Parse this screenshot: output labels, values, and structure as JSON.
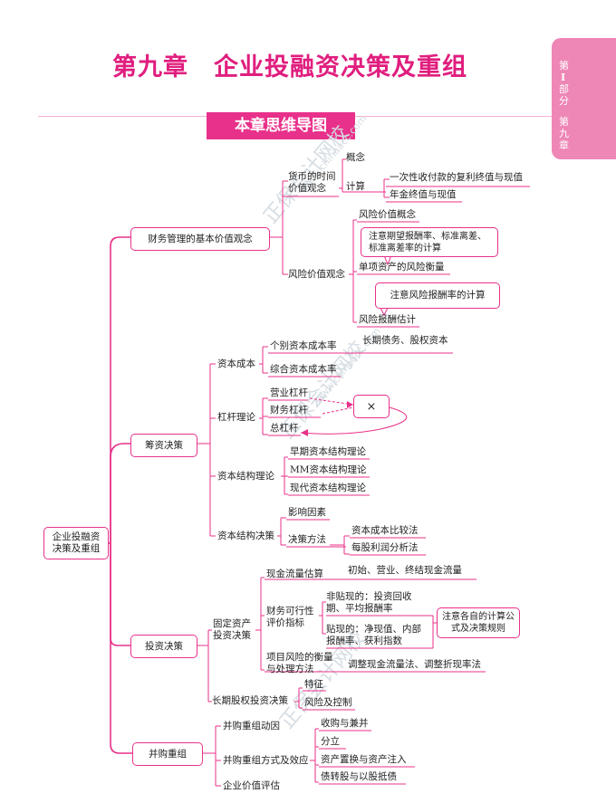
{
  "header": {
    "title": "第九章　企业投融资决策及重组",
    "subtitle": "本章思维导图",
    "sidetab": [
      "第",
      "Ⅰ",
      "部",
      "分",
      "第",
      "九",
      "章"
    ]
  },
  "watermark": {
    "brand": "正保会计网校",
    "url": "www.chinaacc.com"
  },
  "root": {
    "label": "企业投融资决策及重组"
  },
  "branches": {
    "finance": {
      "label": "财务管理的基本价值观念",
      "tvm": "货币的时间价值观念",
      "tvm_concept": "概念",
      "tvm_calc": "计算",
      "tvm_calc_1": "一次性收付款的复利终值与现值",
      "tvm_calc_2": "年金终值与现值",
      "risk": "风险价值观念",
      "risk_concept": "风险价值概念",
      "risk_note1": "注意期望报酬率、标准离差、标准离差率的计算",
      "risk_single": "单项资产的风险衡量",
      "risk_note2": "注意风险报酬率的计算",
      "risk_estimate": "风险报酬估计"
    },
    "funding": {
      "label": "筹资决策",
      "cost": "资本成本",
      "cost_individual": "个别资本成本率",
      "cost_individual_detail": "长期债务、股权资本",
      "cost_composite": "综合资本成本率",
      "leverage": "杠杆理论",
      "leverage_op": "营业杠杆",
      "leverage_fin": "财务杠杆",
      "leverage_total": "总杠杆",
      "leverage_mult": "×",
      "structure_theory": "资本结构理论",
      "structure_early": "早期资本结构理论",
      "structure_mm": "MM资本结构理论",
      "structure_modern": "现代资本结构理论",
      "structure_decision": "资本结构决策",
      "decision_factors": "影响因素",
      "decision_methods": "决策方法",
      "method_1": "资本成本比较法",
      "method_2": "每股利润分析法"
    },
    "investment": {
      "label": "投资决策",
      "fixed": "固定资产投资决策",
      "cashflow": "现金流量估算",
      "cashflow_detail": "初始、营业、终结现金流量",
      "feasibility": "财务可行性评价指标",
      "nondiscount": "非贴现的：投资回收期、平均报酬率",
      "discount": "贴现的：净现值、内部报酬率、获利指数",
      "feasibility_note": "注意各自的计算公式及决策规则",
      "risk_measure": "项目风险的衡量与处理方法",
      "risk_methods": "调整现金流量法、调整折现率法",
      "equity": "长期股权投资决策",
      "equity_features": "特征",
      "equity_risk": "风险及控制"
    },
    "ma": {
      "label": "并购重组",
      "motive": "并购重组动因",
      "methods": "并购重组方式及效应",
      "m1": "收购与兼并",
      "m2": "分立",
      "m3": "资产置换与资产注入",
      "m4": "债转股与以股抵债",
      "valuation": "企业价值评估"
    }
  },
  "colors": {
    "accent": "#e8318a",
    "title": "#e01e7e",
    "tab": "#ee86b6"
  }
}
